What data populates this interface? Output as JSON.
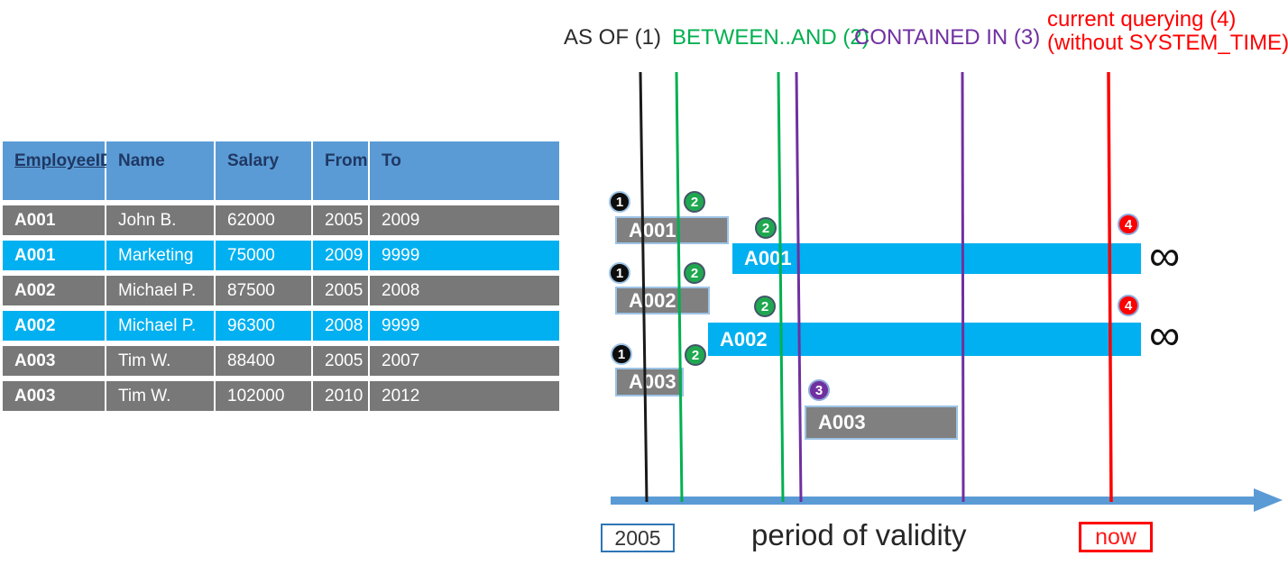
{
  "table": {
    "headers": [
      "EmployeeID",
      "Name",
      "Salary",
      "From",
      "To"
    ],
    "rows": [
      {
        "cells": [
          "A001",
          "John B.",
          "62000",
          "2005",
          "2009"
        ],
        "highlight": false
      },
      {
        "cells": [
          "A001",
          "Marketing",
          "75000",
          "2009",
          "9999"
        ],
        "highlight": true
      },
      {
        "cells": [
          "A002",
          "Michael P.",
          "87500",
          "2005",
          "2008"
        ],
        "highlight": false
      },
      {
        "cells": [
          "A002",
          "Michael P.",
          "96300",
          "2008",
          "9999"
        ],
        "highlight": true
      },
      {
        "cells": [
          "A003",
          "Tim W.",
          "88400",
          "2005",
          "2007"
        ],
        "highlight": false
      },
      {
        "cells": [
          "A003",
          "Tim W.",
          "102000",
          "2010",
          "2012"
        ],
        "highlight": false
      }
    ]
  },
  "legend": {
    "as_of": "AS OF (1)",
    "between_and": "BETWEEN..AND (2)",
    "contained_in": "CONTAINED IN (3)",
    "current_line1": "current querying (4)",
    "current_line2": "(without SYSTEM_TIME)"
  },
  "diagram": {
    "bars": [
      {
        "label": "A001",
        "variant": "gray"
      },
      {
        "label": "A001",
        "variant": "cyan"
      },
      {
        "label": "A002",
        "variant": "gray"
      },
      {
        "label": "A002",
        "variant": "cyan"
      },
      {
        "label": "A003",
        "variant": "gray"
      },
      {
        "label": "A003",
        "variant": "gray"
      }
    ],
    "badges": [
      {
        "number": "1",
        "color": "black"
      },
      {
        "number": "2",
        "color": "green"
      },
      {
        "number": "2",
        "color": "green"
      },
      {
        "number": "1",
        "color": "black"
      },
      {
        "number": "2",
        "color": "green"
      },
      {
        "number": "2",
        "color": "green"
      },
      {
        "number": "1",
        "color": "black"
      },
      {
        "number": "2",
        "color": "green"
      },
      {
        "number": "3",
        "color": "purple"
      },
      {
        "number": "4",
        "color": "red"
      },
      {
        "number": "4",
        "color": "red"
      }
    ],
    "infinity_symbol": "∞",
    "axis": {
      "start_label": "2005",
      "title": "period of validity",
      "end_label": "now"
    }
  },
  "colors": {
    "table_header_bg": "#5B9BD5",
    "table_header_text": "#1F3864",
    "row_gray": "#787878",
    "row_highlight_cyan": "#00B0F0",
    "bar_gray": "#808080",
    "bar_cyan": "#00B0F0",
    "line_as_of": "#1a1a1a",
    "line_between": "#00B050",
    "line_contained": "#7030A0",
    "line_current": "#FF0000",
    "axis_blue": "#5B9BD5"
  }
}
